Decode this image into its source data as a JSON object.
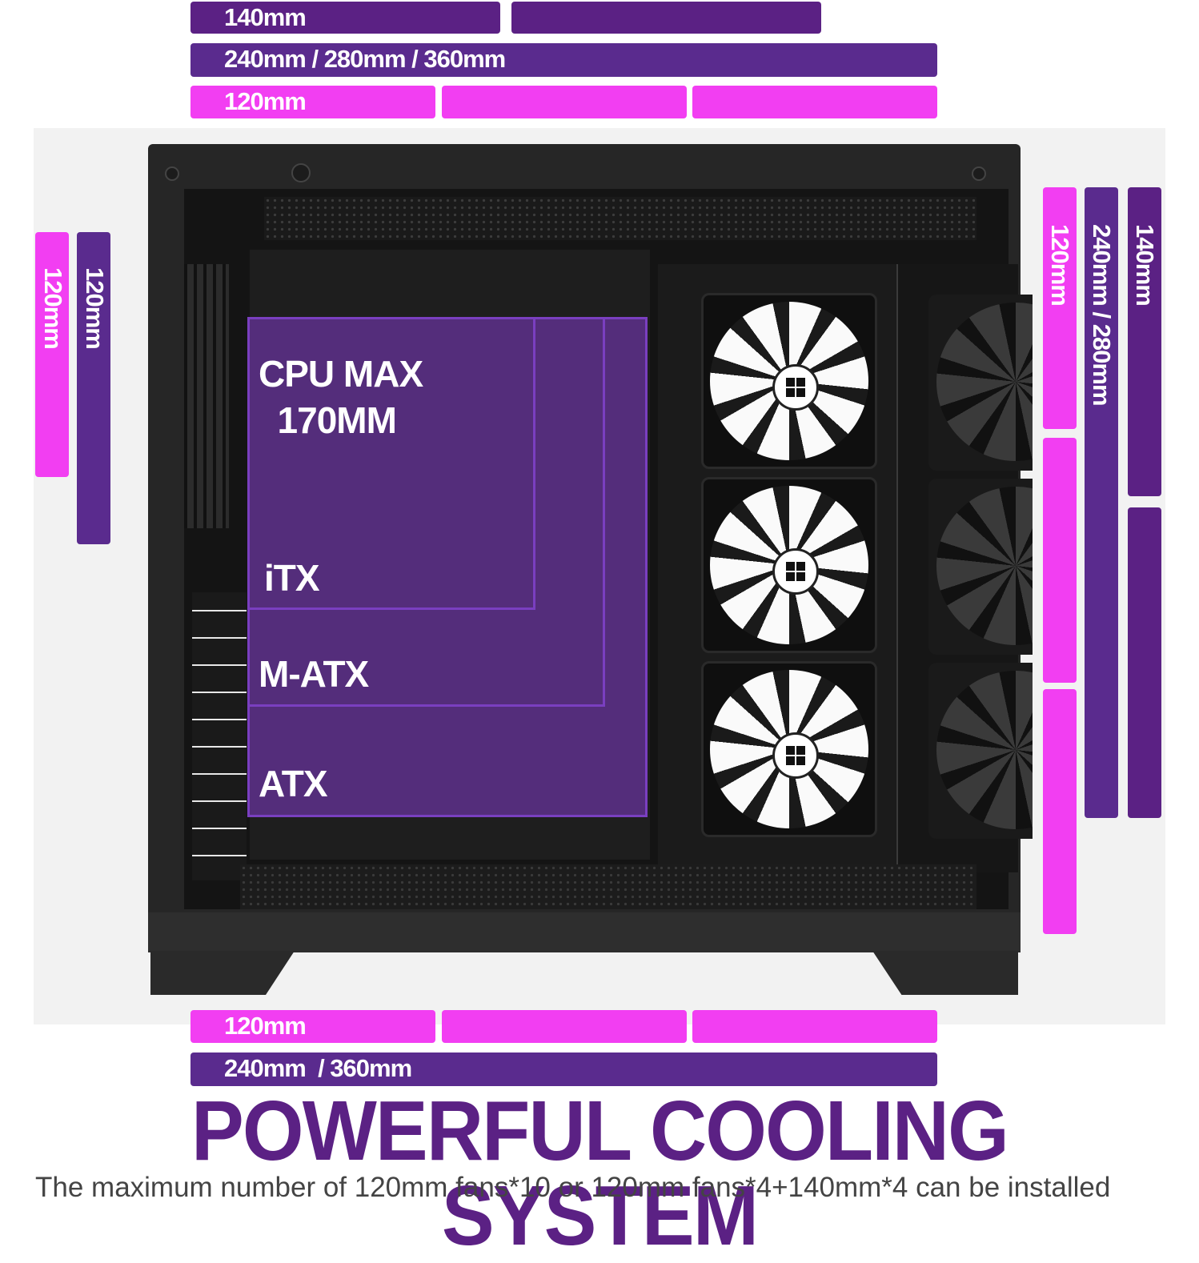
{
  "colors": {
    "dark_purple": "#5b2184",
    "purple": "#5a2b8e",
    "pink": "#f23ef2"
  },
  "top": {
    "row1_label": "140mm",
    "row2_label": "240mm / 280mm / 360mm",
    "row3_label": "120mm"
  },
  "left": {
    "pink_label": "120mm",
    "purple_label": "120mm"
  },
  "right": {
    "pink_label": "120mm",
    "mid_label": "240mm / 280mm",
    "dark_label": "140mm"
  },
  "bottom": {
    "row1_label": "120mm",
    "row2_label": "240mm  / 360mm"
  },
  "motherboard": {
    "cpu_label": "CPU MAX\n  170MM",
    "itx_label": "iTX",
    "matx_label": "M-ATX",
    "atx_label": "ATX"
  },
  "headline": "POWERFUL COOLING SYSTEM",
  "subline": "The maximum number of 120mm fans*10 or 120mm fans*4+140mm*4 can be installed"
}
